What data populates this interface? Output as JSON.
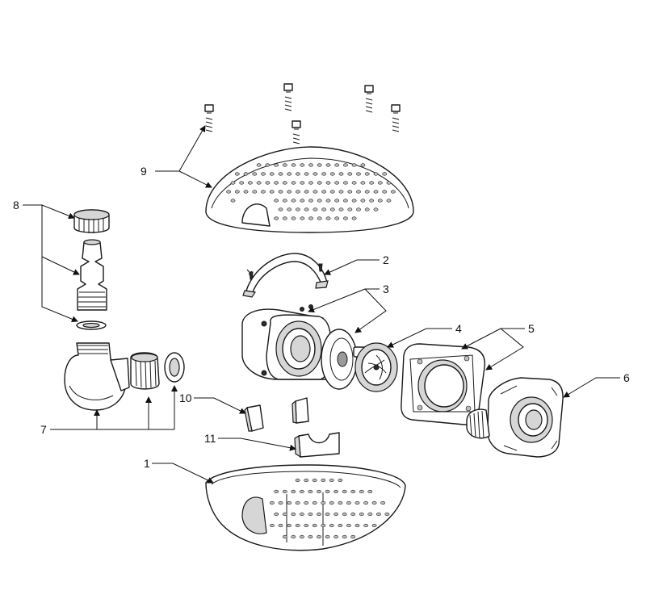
{
  "callouts": {
    "c1": "1",
    "c2": "2",
    "c3": "3",
    "c4": "4",
    "c5": "5",
    "c6": "6",
    "c7": "7",
    "c8": "8",
    "c9": "9",
    "c10": "10",
    "c11": "11"
  },
  "colors": {
    "line": "#1a1a1a",
    "shade": "#d6d6d6",
    "background": "#ffffff"
  }
}
